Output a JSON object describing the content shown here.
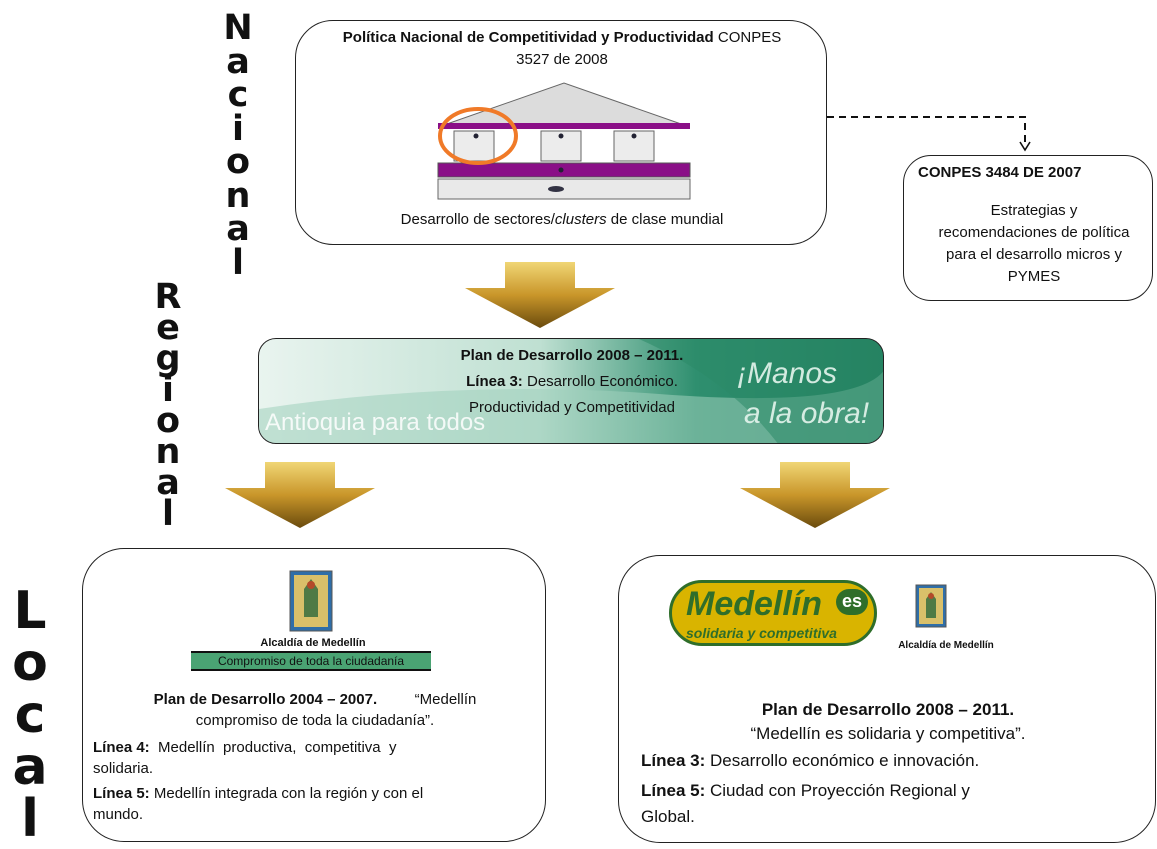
{
  "levels": {
    "nacional": "Nacional",
    "regional": "Regional",
    "local": "Local"
  },
  "national_box": {
    "title_bold": "Política Nacional de Competitividad y Productividad",
    "title_rest": " CONPES",
    "title_line2": "3527 de 2008",
    "caption_pre": "Desarrollo de sectores/",
    "caption_italic": "clusters",
    "caption_post": " de clase mundial"
  },
  "conpes_box": {
    "title": "CONPES 3484 DE 2007",
    "line1": "Estrategias y",
    "line2": "recomendaciones de política",
    "line3": "para el desarrollo micros y",
    "line4": "PYMES"
  },
  "regional_box": {
    "title": "Plan de Desarrollo 2008 – 2011.",
    "linea_label": "Línea 3:",
    "linea_text": " Desarrollo  Económico.",
    "line3": "Productividad y Competitividad",
    "bg_left": "Antioquia para todos",
    "bg_right_1": "¡Manos",
    "bg_right_2": "a la obra!"
  },
  "left_local_box": {
    "logo_caption": "Alcaldía de Medellín",
    "logo_banner": "Compromiso de toda la ciudadanía",
    "plan_bold": "Plan de Desarrollo 2004 – 2007.",
    "plan_quote_1": "“Medellín",
    "plan_quote_2": "compromiso de toda la ciudadanía”.",
    "l4_label": "Línea  4:",
    "l4_text": "  Medellín  productiva,  competitiva  y",
    "l4_cont": "solidaria.",
    "l5_label": "Línea 5:",
    "l5_text": " Medellín integrada con la región y con el",
    "l5_cont": "mundo."
  },
  "right_local_box": {
    "logo_main": "Medellín",
    "logo_es": "es",
    "logo_sub": "solidaria y competitiva",
    "logo_caption": "Alcaldía de Medellín",
    "plan_bold": "Plan de Desarrollo 2008 – 2011.",
    "plan_quote": "“Medellín es solidaria y competitiva”.",
    "l3_label": "Línea 3:",
    "l3_text": " Desarrollo económico e innovación.",
    "l5_label": "Línea 5:",
    "l5_text": " Ciudad con Proyección Regional y",
    "l5_cont": "Global."
  },
  "colors": {
    "arrow_top": "#e8c960",
    "arrow_bottom": "#6a4b0d",
    "temple_purple": "#8a0f87",
    "circle_orange": "#f07a28",
    "banner_green": "#4aa373",
    "logo_yellow": "#d9b400",
    "logo_green": "#2f6e2a"
  }
}
